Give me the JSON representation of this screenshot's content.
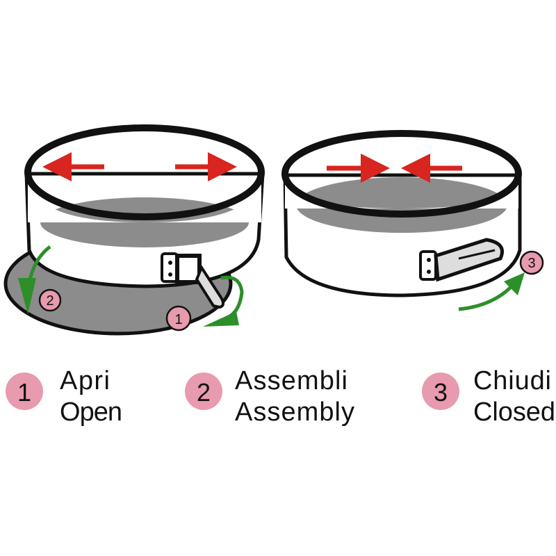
{
  "steps": [
    {
      "number": "1",
      "label_it": "Apri",
      "label_en": "Open"
    },
    {
      "number": "2",
      "label_it": "Assembli",
      "label_en": "Assembly"
    },
    {
      "number": "3",
      "label_it": "Chiudi",
      "label_en": "Closed"
    }
  ],
  "colors": {
    "badge": "#e89aae",
    "arrow_red": "#d8251f",
    "arrow_green": "#2c8f2a",
    "metal": "#8a8a8a",
    "outline": "#111111"
  }
}
